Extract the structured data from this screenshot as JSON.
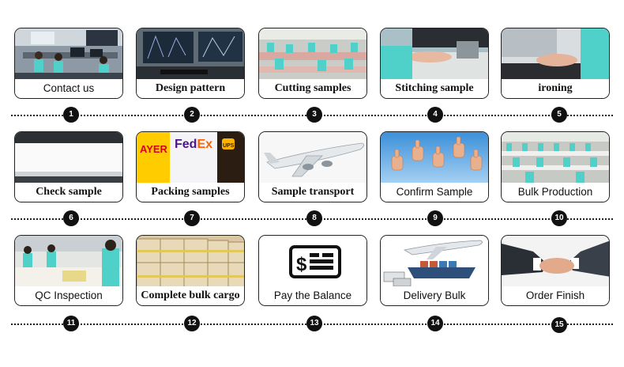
{
  "steps": [
    {
      "num": "1",
      "label": "Contact us",
      "icon": "office-workers-photo"
    },
    {
      "num": "2",
      "label": "Design pattern",
      "icon": "computer-pattern-photo"
    },
    {
      "num": "3",
      "label": "Cutting samples",
      "icon": "workshop-photo"
    },
    {
      "num": "4",
      "label": "Stitching sample",
      "icon": "sewing-hands-photo"
    },
    {
      "num": "5",
      "label": "ironing",
      "icon": "ironing-photo"
    },
    {
      "num": "6",
      "label": "Check sample",
      "icon": "fabric-roll-photo"
    },
    {
      "num": "7",
      "label": "Packing samples",
      "icon": "courier-bags-photo"
    },
    {
      "num": "8",
      "label": "Sample transport",
      "icon": "airplane-photo"
    },
    {
      "num": "9",
      "label": "Confirm  Sample",
      "icon": "thumbs-up-photo"
    },
    {
      "num": "10",
      "label": "Bulk Production",
      "icon": "factory-floor-photo"
    },
    {
      "num": "11",
      "label": "QC Inspection",
      "icon": "qc-workers-photo"
    },
    {
      "num": "12",
      "label": "Complete bulk cargo",
      "icon": "cartons-photo"
    },
    {
      "num": "13",
      "label": "Pay the Balance",
      "icon": "dollar-bill-icon"
    },
    {
      "num": "14",
      "label": "Delivery Bulk",
      "icon": "plane-ship-trucks-photo"
    },
    {
      "num": "15",
      "label": "Order Finish",
      "icon": "handshake-photo"
    }
  ],
  "brand_text": {
    "fedex": "FedEx",
    "ups": "UPS",
    "dhl_bag": "AYER"
  },
  "colors": {
    "teal_uniform": "#4fd0c8",
    "fedex_purple": "#4d148c",
    "fedex_orange": "#ff6200",
    "dhl_yellow": "#ffcc00"
  }
}
